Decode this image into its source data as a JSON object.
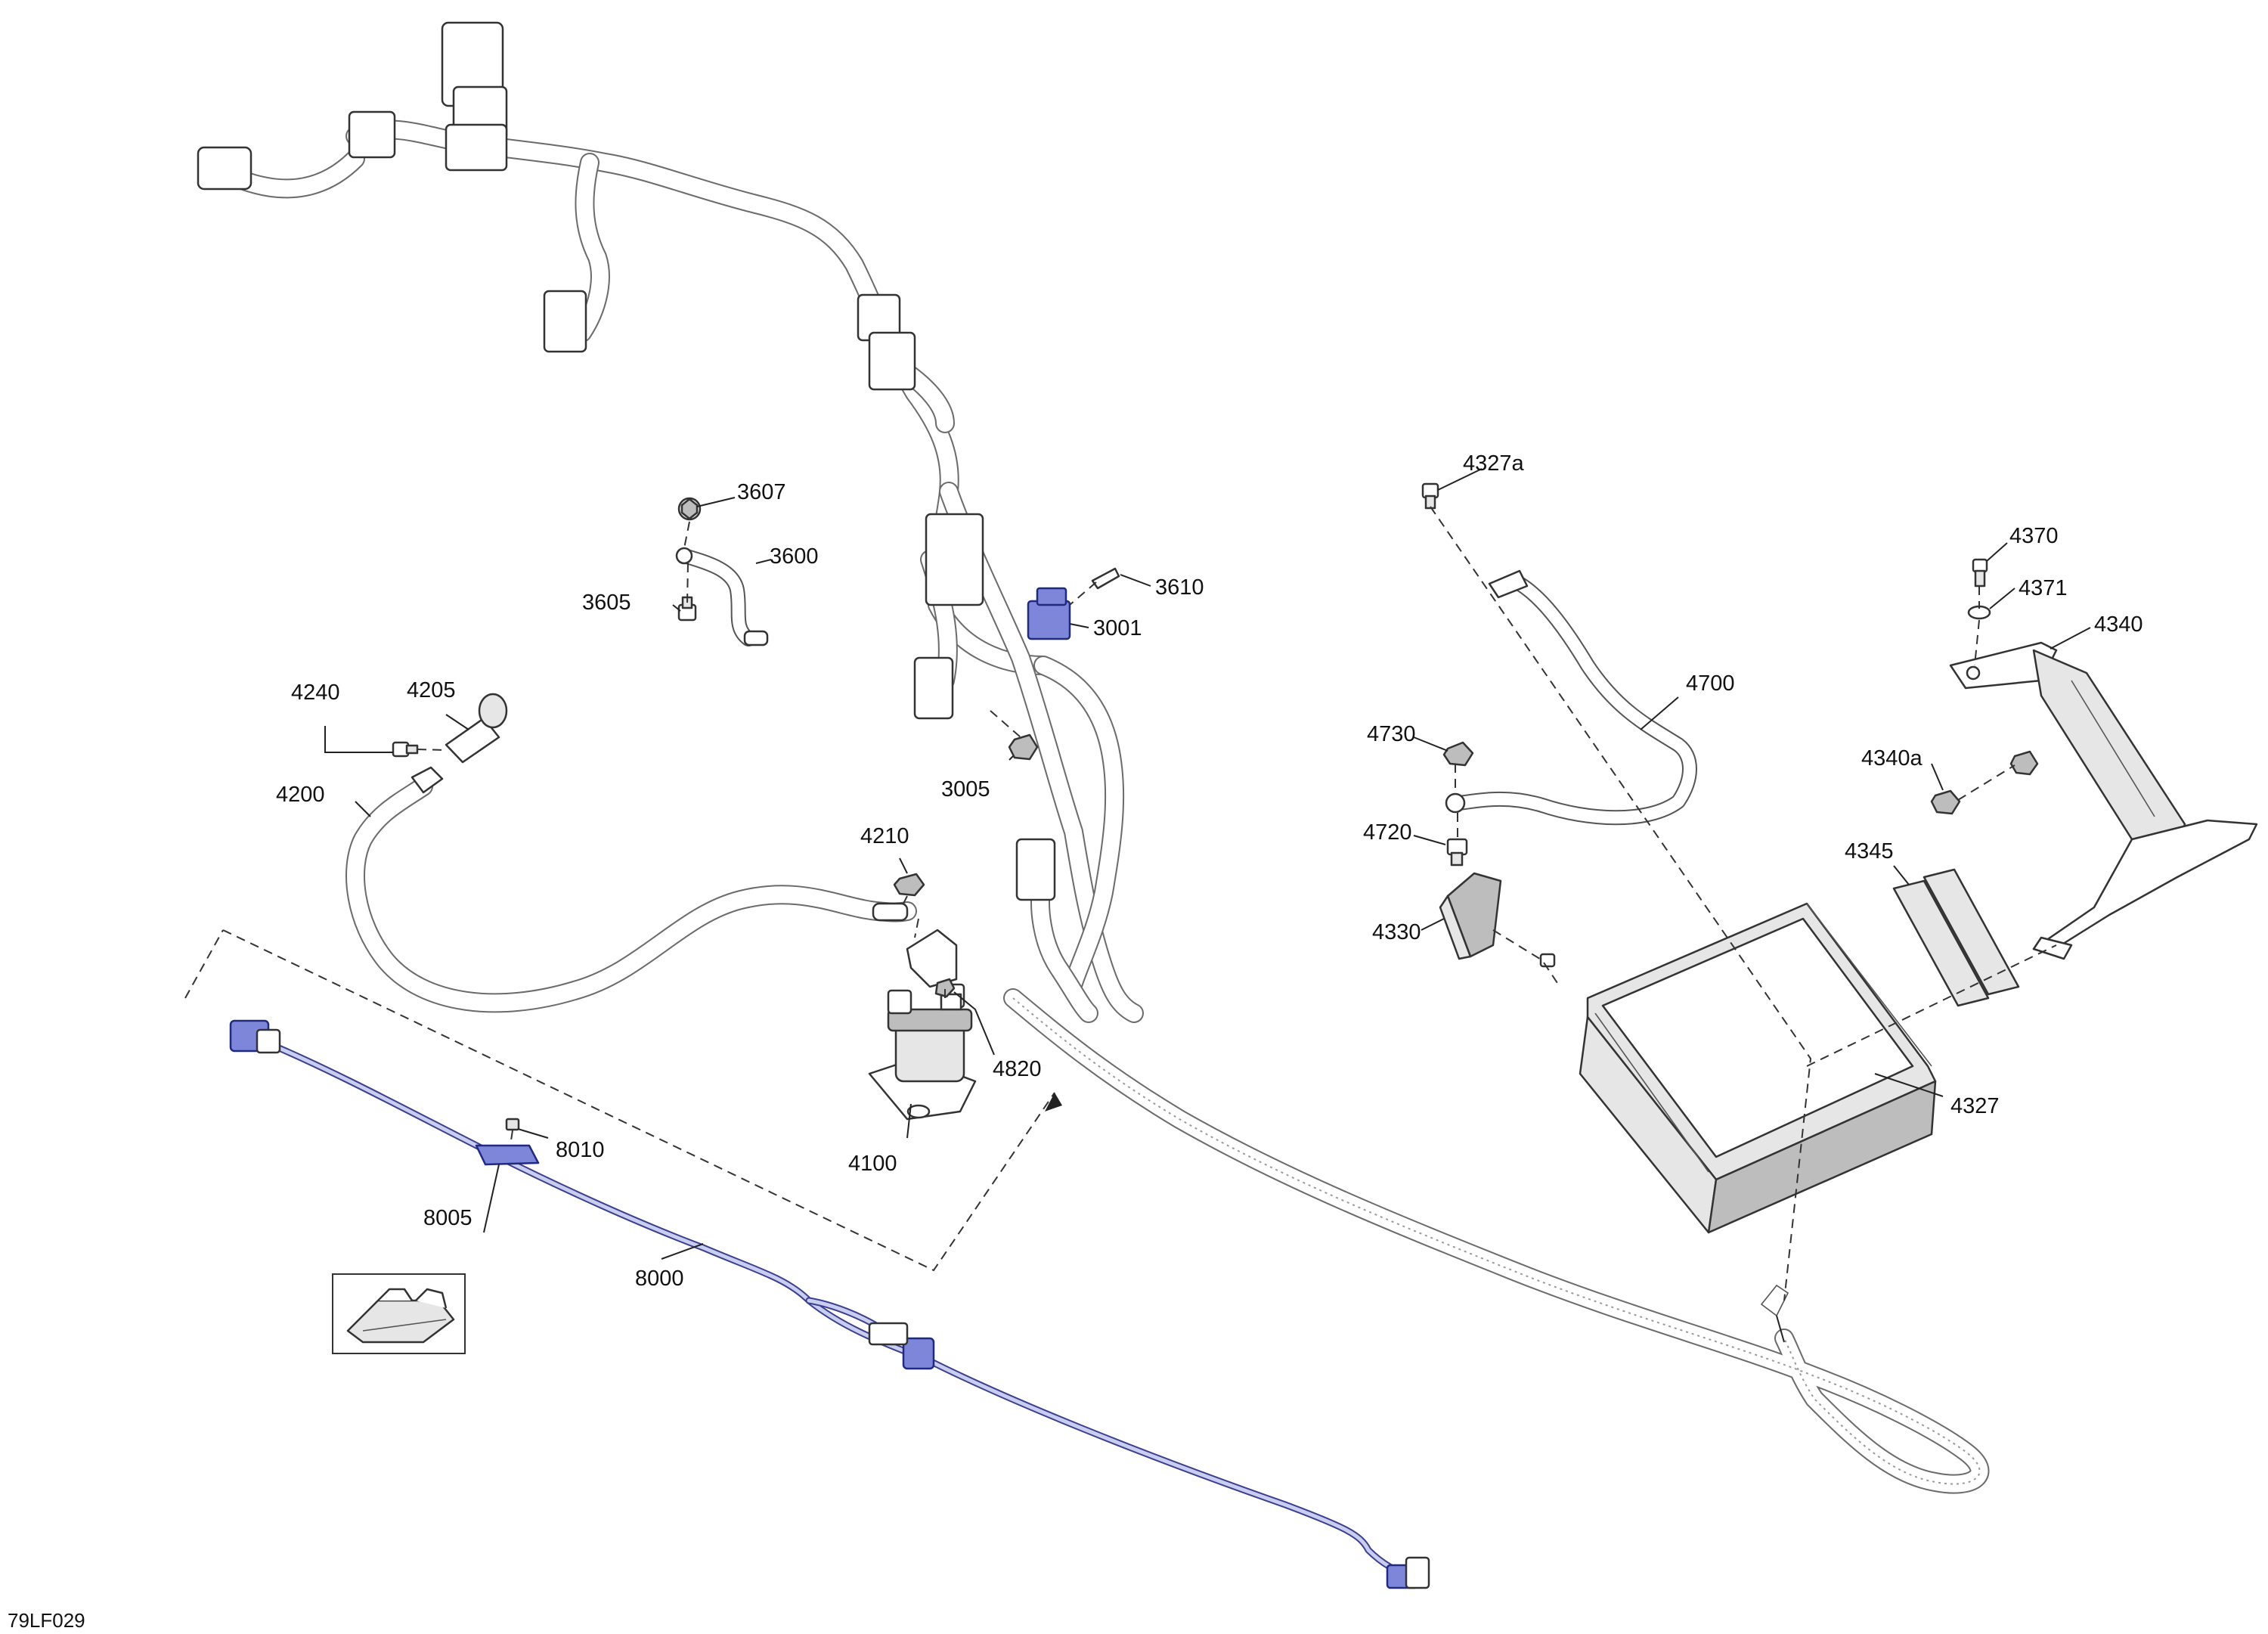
{
  "figure_id": "79LF029",
  "callouts": [
    {
      "id": "c3607",
      "text": "3607"
    },
    {
      "id": "c3600",
      "text": "3600"
    },
    {
      "id": "c3605",
      "text": "3605"
    },
    {
      "id": "c3610",
      "text": "3610"
    },
    {
      "id": "c3001",
      "text": "3001"
    },
    {
      "id": "c3005",
      "text": "3005"
    },
    {
      "id": "c4240",
      "text": "4240"
    },
    {
      "id": "c4205",
      "text": "4205"
    },
    {
      "id": "c4200",
      "text": "4200"
    },
    {
      "id": "c4210",
      "text": "4210"
    },
    {
      "id": "c4820",
      "text": "4820"
    },
    {
      "id": "c4100",
      "text": "4100"
    },
    {
      "id": "c8010",
      "text": "8010"
    },
    {
      "id": "c8005",
      "text": "8005"
    },
    {
      "id": "c8000",
      "text": "8000"
    },
    {
      "id": "c4327a",
      "text": "4327a"
    },
    {
      "id": "c4700",
      "text": "4700"
    },
    {
      "id": "c4730",
      "text": "4730"
    },
    {
      "id": "c4720",
      "text": "4720"
    },
    {
      "id": "c4330",
      "text": "4330"
    },
    {
      "id": "c4327",
      "text": "4327"
    },
    {
      "id": "c4345",
      "text": "4345"
    },
    {
      "id": "c4370",
      "text": "4370"
    },
    {
      "id": "c4371",
      "text": "4371"
    },
    {
      "id": "c4340",
      "text": "4340"
    },
    {
      "id": "c4340a",
      "text": "4340a"
    }
  ]
}
